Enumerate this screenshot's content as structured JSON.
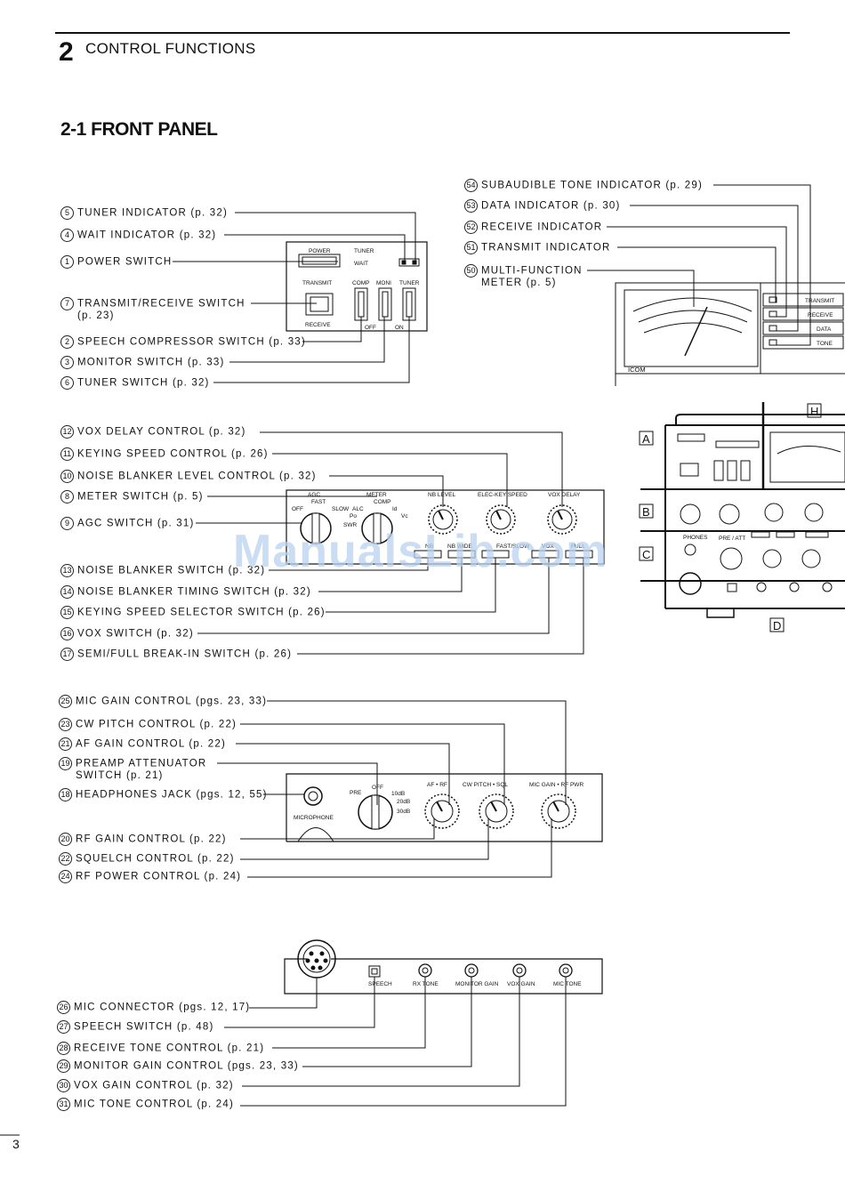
{
  "header": {
    "chapter_number": "2",
    "chapter_title": "CONTROL FUNCTIONS",
    "section_title": "2-1 FRONT PANEL"
  },
  "page_number": "3",
  "watermark": "ManualsLib.com",
  "callouts_right": [
    {
      "num": "54",
      "text": "SUBAUDIBLE TONE INDICATOR (p. 29)"
    },
    {
      "num": "53",
      "text": "DATA INDICATOR (p. 30)"
    },
    {
      "num": "52",
      "text": "RECEIVE INDICATOR"
    },
    {
      "num": "51",
      "text": "TRANSMIT INDICATOR"
    },
    {
      "num": "50",
      "text": "MULTI-FUNCTION",
      "sub": "METER (p. 5)"
    }
  ],
  "group1": [
    {
      "num": "5",
      "text": "TUNER INDICATOR (p. 32)"
    },
    {
      "num": "4",
      "text": "WAIT INDICATOR (p. 32)"
    },
    {
      "num": "1",
      "text": "POWER SWITCH"
    },
    {
      "num": "7",
      "text": "TRANSMIT/RECEIVE SWITCH",
      "sub": "(p. 23)"
    },
    {
      "num": "2",
      "text": "SPEECH COMPRESSOR SWITCH (p. 33)"
    },
    {
      "num": "3",
      "text": "MONITOR SWITCH (p. 33)"
    },
    {
      "num": "6",
      "text": "TUNER SWITCH (p. 32)"
    }
  ],
  "group2": [
    {
      "num": "12",
      "text": "VOX DELAY CONTROL (p. 32)"
    },
    {
      "num": "11",
      "text": "KEYING SPEED CONTROL (p. 26)"
    },
    {
      "num": "10",
      "text": "NOISE BLANKER LEVEL CONTROL (p. 32)"
    },
    {
      "num": "8",
      "text": "METER SWITCH (p. 5)"
    },
    {
      "num": "9",
      "text": "AGC SWITCH (p. 31)"
    },
    {
      "num": "13",
      "text": "NOISE BLANKER SWITCH (p. 32)"
    },
    {
      "num": "14",
      "text": "NOISE BLANKER TIMING SWITCH (p. 32)"
    },
    {
      "num": "15",
      "text": "KEYING SPEED SELECTOR SWITCH (p. 26)"
    },
    {
      "num": "16",
      "text": "VOX SWITCH (p. 32)"
    },
    {
      "num": "17",
      "text": "SEMI/FULL BREAK-IN SWITCH (p. 26)"
    }
  ],
  "group3": [
    {
      "num": "25",
      "text": "MIC GAIN CONTROL (pgs. 23, 33)"
    },
    {
      "num": "23",
      "text": "CW PITCH CONTROL (p. 22)"
    },
    {
      "num": "21",
      "text": "AF GAIN CONTROL (p. 22)"
    },
    {
      "num": "19",
      "text": "PREAMP ATTENUATOR",
      "sub": "SWITCH (p. 21)"
    },
    {
      "num": "18",
      "text": "HEADPHONES JACK (pgs. 12, 55)"
    },
    {
      "num": "20",
      "text": "RF GAIN CONTROL (p. 22)"
    },
    {
      "num": "22",
      "text": "SQUELCH CONTROL (p. 22)"
    },
    {
      "num": "24",
      "text": "RF POWER CONTROL (p. 24)"
    }
  ],
  "group4": [
    {
      "num": "26",
      "text": "MIC CONNECTOR (pgs. 12, 17)"
    },
    {
      "num": "27",
      "text": "SPEECH SWITCH (p. 48)"
    },
    {
      "num": "28",
      "text": "RECEIVE TONE CONTROL (p. 21)"
    },
    {
      "num": "29",
      "text": "MONITOR GAIN CONTROL (pgs. 23, 33)"
    },
    {
      "num": "30",
      "text": "VOX GAIN CONTROL (p. 32)"
    },
    {
      "num": "31",
      "text": "MIC TONE CONTROL (p. 24)"
    }
  ],
  "panel_labels": {
    "power": "POWER",
    "tuner": "TUNER",
    "wait": "WAIT",
    "transmit": "TRANSMIT",
    "receive": "RECEIVE",
    "comp": "COMP",
    "moni": "MONI",
    "tuner_sw": "TUNER",
    "off": "OFF",
    "on": "ON",
    "ind_transmit": "TRANSMIT",
    "ind_receive": "RECEIVE",
    "ind_data": "DATA",
    "ind_tone": "TONE",
    "icom": "ICOM",
    "agc": "AGC",
    "fast": "FAST",
    "slow": "SLOW",
    "agc_off": "OFF",
    "meter": "METER",
    "alc": "ALC",
    "comp2": "COMP",
    "po": "Po",
    "swr": "SWR",
    "id": "Id",
    "vc": "Vc",
    "nb_level": "NB LEVEL",
    "elec_key": "ELEC-KEY SPEED",
    "vox_delay": "VOX DELAY",
    "nb": "NB",
    "nb_wide": "NB WIDE",
    "fast_slow": "FAST/SLOW",
    "vox": "VOX",
    "full": "FULL",
    "af_rf": "AF • RF",
    "cw_pitch_sql": "CW PITCH • SQL",
    "mic_gain_rf_pwr": "MIC GAIN • RF PWR",
    "microphone": "MICROPHONE",
    "pre": "PRE",
    "att_off": "OFF",
    "db10": "10dB",
    "db20": "20dB",
    "db30": "30dB",
    "speech": "SPEECH",
    "rx_tone": "RX TONE",
    "monitor_gain": "MONITOR GAIN",
    "vox_gain": "VOX GAIN",
    "mic_tone": "MIC TONE",
    "box_a": "A",
    "box_b": "B",
    "box_c": "C",
    "box_d": "D",
    "box_h": "H",
    "phones": "PHONES",
    "pre_att": "PRE / ATT"
  }
}
